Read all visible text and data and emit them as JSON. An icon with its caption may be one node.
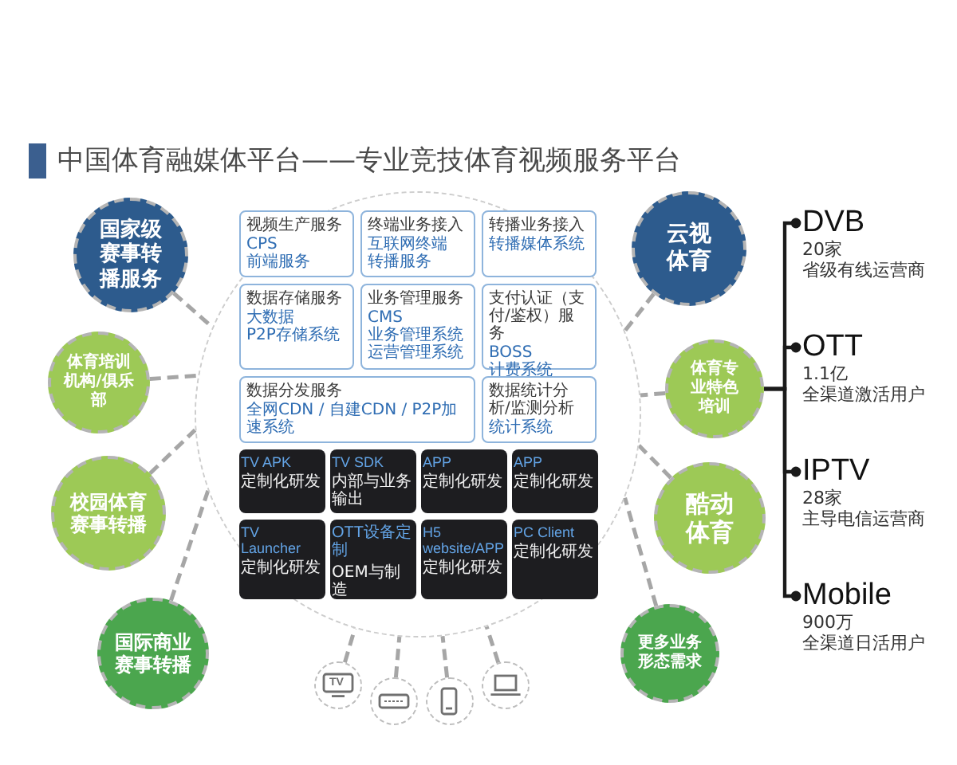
{
  "diagram": {
    "title": "中国体育融媒体平台——专业竞技体育视频服务平台",
    "nodes": [
      {
        "text": [
          "国家级赛事转播服务"
        ]
      },
      {
        "text": [
          "体育培训机构/俱乐部"
        ]
      },
      {
        "text": [
          "校园体育赛事转播"
        ]
      },
      {
        "text": [
          "国际商业赛事转播"
        ]
      },
      {
        "text": [],
        "shape": "circle"
      },
      {
        "text": [
          "视频生产服务",
          "CPS",
          "前端服务"
        ],
        "in": 4
      },
      {
        "text": [
          "终端业务接入",
          "互联网终端",
          "转播服务"
        ],
        "in": 4
      },
      {
        "text": [
          "转播业务接入",
          "转播媒体系统"
        ],
        "in": 4
      },
      {
        "text": [
          "数据存储服务",
          "大数据",
          "P2P存储系统"
        ],
        "in": 4
      },
      {
        "text": [
          "业务管理服务",
          "CMS",
          "业务管理系统",
          "运营管理系统"
        ],
        "in": 4
      },
      {
        "text": [
          "支付认证（支付/鉴权）服务",
          "BOSS",
          "计费系统"
        ],
        "in": 4
      },
      {
        "text": [
          "数据分发服务",
          "全网CDN / 自建CDN / P2P加速系统"
        ],
        "in": 4
      },
      {
        "text": [
          "数据统计分析/监测分析",
          "统计系统"
        ],
        "in": 4
      },
      {
        "text": [
          "TV APK",
          "定制化研发"
        ],
        "in": 4
      },
      {
        "text": [
          "TV SDK",
          "内部与业务输出"
        ],
        "in": 4
      },
      {
        "text": [
          "APP",
          "定制化研发"
        ],
        "in": 4
      },
      {
        "text": [
          "APP",
          "定制化研发"
        ],
        "in": 4
      },
      {
        "text": [
          "TV Launcher",
          "定制化研发"
        ],
        "in": 4
      },
      {
        "text": [
          "OTT设备定制",
          "OEM与制造"
        ],
        "in": 4
      },
      {
        "text": [
          "H5 website/APP",
          "定制化研发"
        ],
        "in": 4
      },
      {
        "text": [
          "PC Client",
          "定制化研发"
        ],
        "in": 4
      },
      {
        "text": [
          "云视体育"
        ]
      },
      {
        "text": [
          "体育专业特色培训"
        ]
      },
      {
        "text": [
          "酷动体育"
        ]
      },
      {
        "text": [
          "更多业务形态需求"
        ]
      },
      {
        "text": [
          "TV"
        ]
      },
      {
        "text": [],
        "shape": "circle"
      },
      {
        "text": [],
        "shape": "circle"
      },
      {
        "text": [],
        "shape": "circle"
      },
      {
        "text": [
          "DVB",
          "20家",
          "省级有线运营商"
        ]
      },
      {
        "text": [
          "OTT",
          "1.1亿",
          "全渠道激活用户"
        ]
      },
      {
        "text": [
          "IPTV",
          "28家",
          "主导电信运营商"
        ]
      },
      {
        "text": [
          "Mobile",
          "900万",
          "全渠道日活用户"
        ]
      }
    ],
    "edges": [
      {
        "from": 0,
        "to": 4,
        "arrow": "none",
        "style": "dashed"
      },
      {
        "from": 1,
        "to": 4,
        "arrow": "none",
        "style": "dashed"
      },
      {
        "from": 2,
        "to": 4,
        "arrow": "none",
        "style": "dashed"
      },
      {
        "from": 3,
        "to": 4,
        "arrow": "none",
        "style": "dashed"
      },
      {
        "from": 21,
        "to": 4,
        "arrow": "none",
        "style": "dashed"
      },
      {
        "from": 22,
        "to": 4,
        "arrow": "none",
        "style": "dashed"
      },
      {
        "from": 23,
        "to": 4,
        "arrow": "none",
        "style": "dashed"
      },
      {
        "from": 24,
        "to": 4,
        "arrow": "none",
        "style": "dashed"
      },
      {
        "from": 25,
        "to": 4,
        "arrow": "none",
        "style": "dashed"
      },
      {
        "from": 26,
        "to": 4,
        "arrow": "none",
        "style": "dashed"
      },
      {
        "from": 27,
        "to": 4,
        "arrow": "none",
        "style": "dashed"
      },
      {
        "from": 28,
        "to": 4,
        "arrow": "none",
        "style": "dashed"
      },
      {
        "from": 22,
        "to": 29,
        "arrow": "other",
        "color": "#1a1a1a"
      },
      {
        "from": 22,
        "to": 30,
        "arrow": "other",
        "color": "#1a1a1a"
      },
      {
        "from": 22,
        "to": 31,
        "arrow": "other",
        "color": "#1a1a1a"
      },
      {
        "from": 22,
        "to": 32,
        "arrow": "other",
        "color": "#1a1a1a"
      }
    ]
  }
}
